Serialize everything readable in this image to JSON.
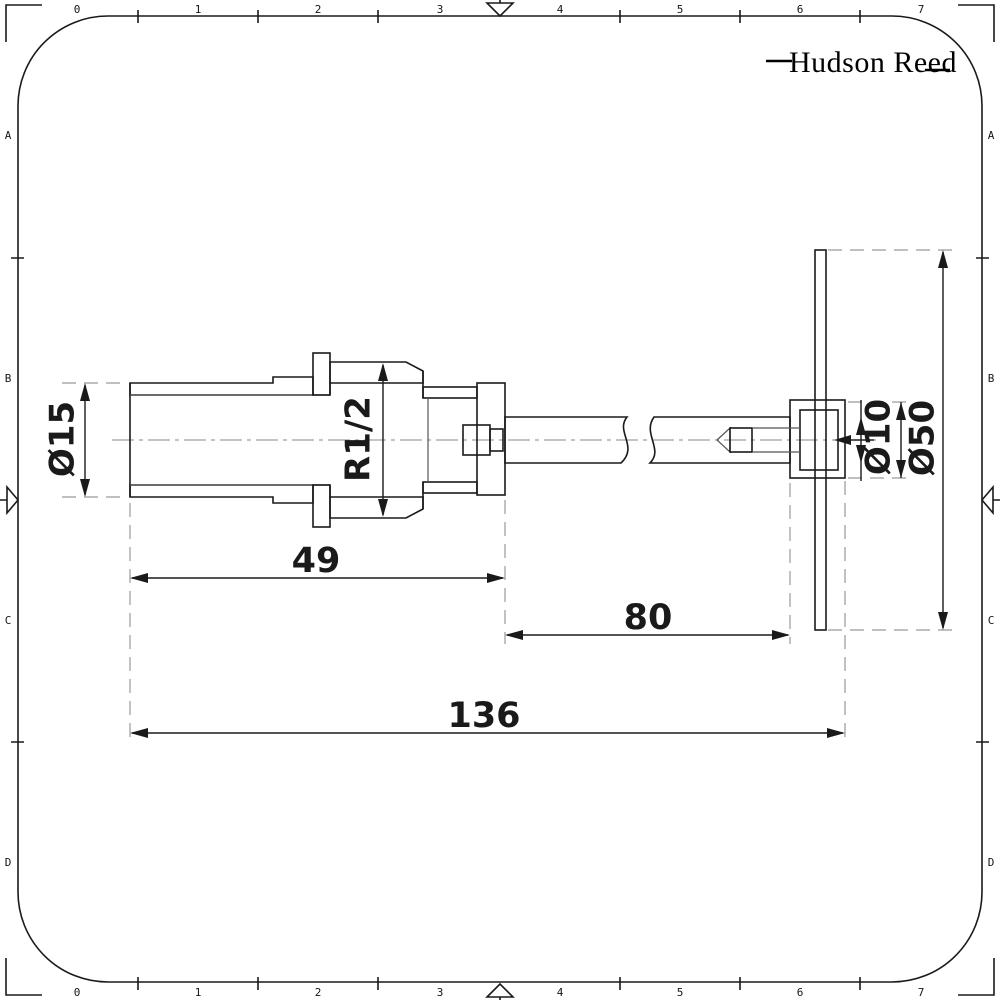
{
  "brand": {
    "name": "Hudson Reed"
  },
  "sheet": {
    "ruler_numbers": [
      "0",
      "1",
      "2",
      "3",
      "4",
      "5",
      "6",
      "7"
    ],
    "row_labels": [
      "A",
      "B",
      "C",
      "D"
    ]
  },
  "dimensions": {
    "pipe_diameter": "Ø15",
    "thread_size": "R1/2",
    "fitting_length": "49",
    "rod_length": "80",
    "overall_length": "136",
    "rod_diameter": "Ø10",
    "plate_diameter": "Ø50"
  },
  "colors": {
    "line": "#1a1a1a",
    "hatch": "#3a3a3a",
    "aux_gray": "#9a9a9a",
    "centerline_gray": "#8a8a8a"
  }
}
